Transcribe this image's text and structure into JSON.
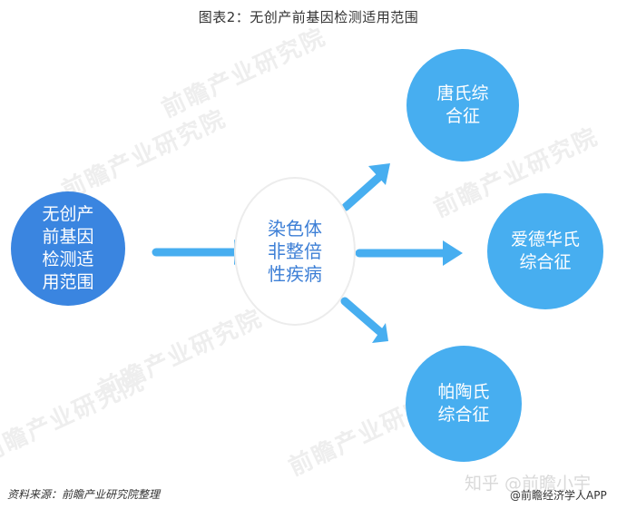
{
  "header": {
    "title": "图表2：无创产前基因检测适用范围"
  },
  "diagram": {
    "source": {
      "label": "无创产\n前基因\n检测适\n用范围",
      "color": "#3a85e0"
    },
    "center": {
      "label": "染色体\n非整倍\n性疾病",
      "text_color": "#3d7fd6",
      "border_color": "#ececec"
    },
    "outcomes": [
      {
        "label": "唐氏综\n合征",
        "color": "#47aef0"
      },
      {
        "label": "爱德华氏\n综合征",
        "color": "#47aef0"
      },
      {
        "label": "帕陶氏\n综合征",
        "color": "#47aef0"
      }
    ],
    "arrow_color": "#47aef0",
    "arrows": [
      {
        "from": "source",
        "to": "center",
        "direction": "right"
      },
      {
        "from": "center",
        "to": "outcome-1",
        "direction": "up-right"
      },
      {
        "from": "center",
        "to": "outcome-2",
        "direction": "right"
      },
      {
        "from": "center",
        "to": "outcome-3",
        "direction": "down-right"
      }
    ]
  },
  "watermarks": {
    "text": "前瞻产业研究院"
  },
  "footer": {
    "source": "资料来源：前瞻产业研究院整理",
    "zhihu": "知乎 @前瞻小宇",
    "credit": "@前瞻经济学人APP"
  }
}
